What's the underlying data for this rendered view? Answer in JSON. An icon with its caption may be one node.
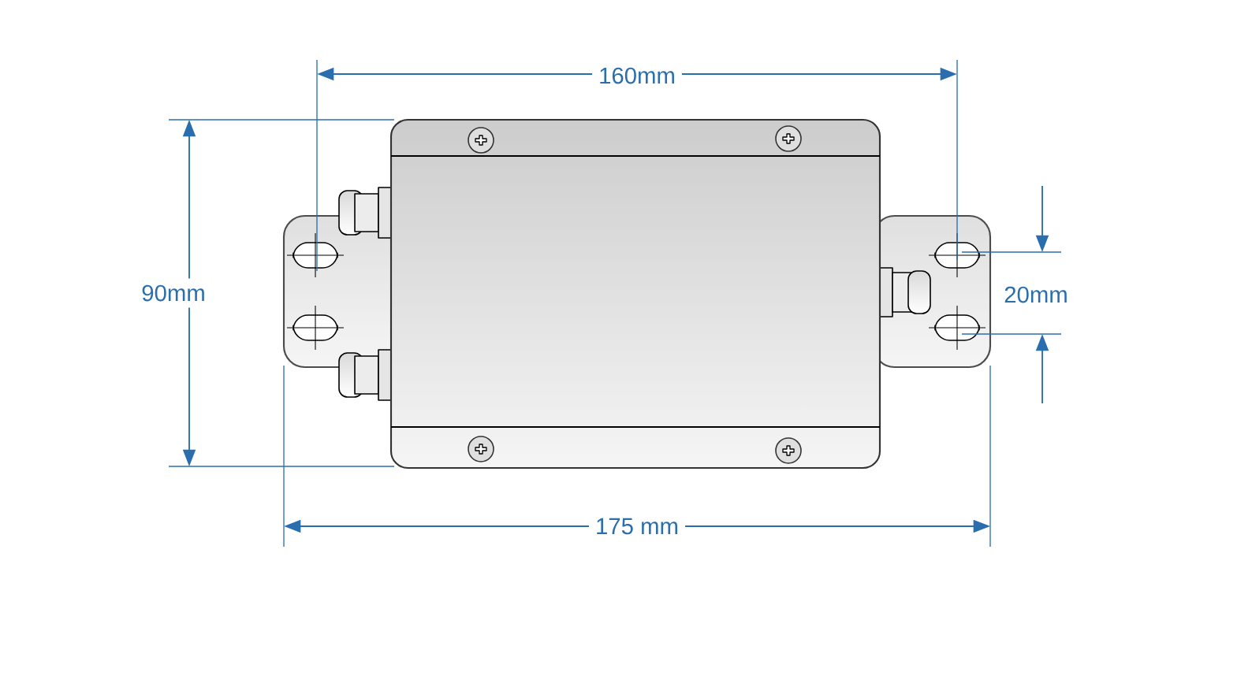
{
  "diagram": {
    "labels": [
      "160mm",
      "90mm",
      "20mm",
      "175 mm"
    ]
  }
}
